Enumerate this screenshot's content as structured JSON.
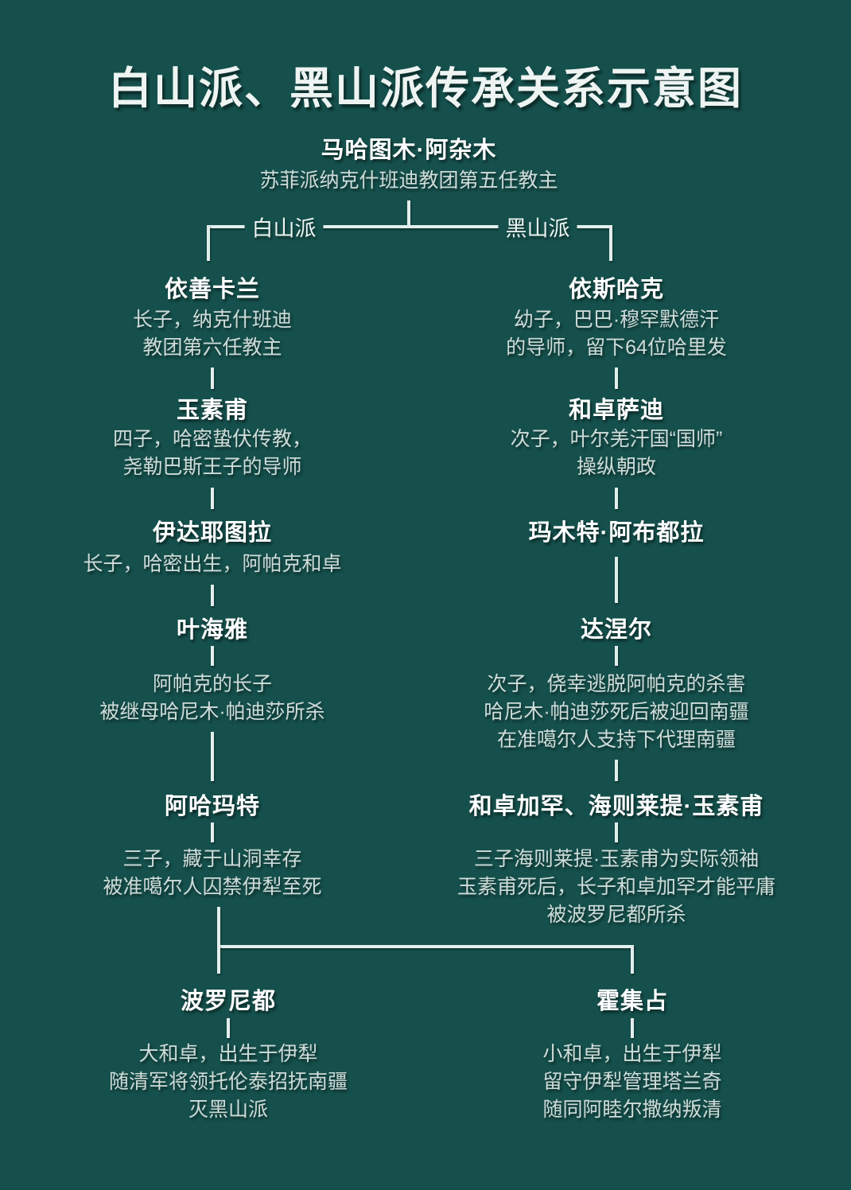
{
  "chart_data": {
    "type": "diagram",
    "title": "白山派、黑山派传承关系示意图",
    "diagram_kind": "genealogy-tree",
    "colors": {
      "background": "#15504C",
      "name_text": "#FFFFFF",
      "desc_text": "#CFDCD9",
      "connector": "#E3EEEC"
    },
    "root": {
      "name": "马哈图木·阿杂木",
      "desc": [
        "苏菲派纳克什班迪教团第五任教主"
      ]
    },
    "branch_labels": {
      "left": "白山派",
      "right": "黑山派"
    },
    "left_chain": [
      {
        "name": "依善卡兰",
        "desc": [
          "长子，纳克什班迪",
          "教团第六任教主"
        ]
      },
      {
        "name": "玉素甫",
        "desc": [
          "四子，哈密蛰伏传教，",
          "尧勒巴斯王子的导师"
        ]
      },
      {
        "name": "伊达耶图拉",
        "desc": [
          "长子，哈密出生，阿帕克和卓"
        ]
      },
      {
        "name": "叶海雅",
        "desc": [
          "阿帕克的长子",
          "被继母哈尼木·帕迪莎所杀"
        ]
      },
      {
        "name": "阿哈玛特",
        "desc": [
          "三子，藏于山洞幸存",
          "被准噶尔人囚禁伊犁至死"
        ]
      }
    ],
    "right_chain": [
      {
        "name": "依斯哈克",
        "desc": [
          "幼子，巴巴·穆罕默德汗",
          "的导师，留下64位哈里发"
        ]
      },
      {
        "name": "和卓萨迪",
        "desc": [
          "次子，叶尔羌汗国“国师”",
          "操纵朝政"
        ]
      },
      {
        "name": "玛木特·阿布都拉",
        "desc": []
      },
      {
        "name": "达涅尔",
        "desc": [
          "次子，侥幸逃脱阿帕克的杀害",
          "哈尼木·帕迪莎死后被迎回南疆",
          "在准噶尔人支持下代理南疆"
        ]
      },
      {
        "name": "和卓加罕、海则莱提·玉素甫",
        "desc": [
          "三子海则莱提·玉素甫为实际领袖",
          "玉素甫死后，长子和卓加罕才能平庸",
          "被波罗尼都所杀"
        ]
      }
    ],
    "bottom": [
      {
        "name": "波罗尼都",
        "desc": [
          "大和卓，出生于伊犁",
          "随清军将领托伦泰招抚南疆",
          "灭黑山派"
        ]
      },
      {
        "name": "霍集占",
        "desc": [
          "小和卓，出生于伊犁",
          "留守伊犁管理塔兰奇",
          "随同阿睦尔撒纳叛清"
        ]
      }
    ]
  }
}
